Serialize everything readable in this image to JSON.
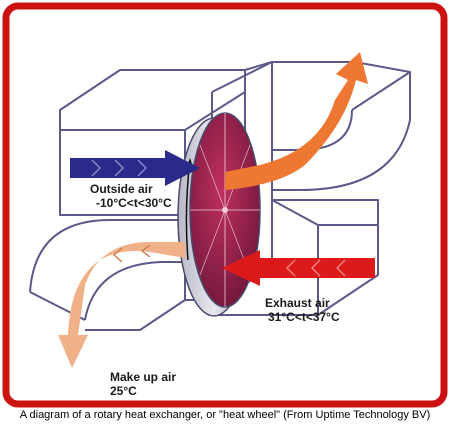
{
  "labels": {
    "outside_air": "Outside air",
    "outside_range": "-10°C<t<30°C",
    "exhaust_air": "Exhaust air",
    "exhaust_range": "31°C<t<37°C",
    "makeup_air": "Make up air",
    "makeup_temp": "25°C"
  },
  "caption": "A diagram of a rotary heat exchanger, or \"heat wheel\"  (From Uptime Technology BV)",
  "colors": {
    "frame_border": "#cc1111",
    "outside_arrow": "#2a2a8a",
    "supply_arrow": "#ee7733",
    "exhaust_arrow": "#dd1a1a",
    "makeup_arrow": "#f0b088",
    "wheel_face": "#a0204a",
    "duct_line": "#5a5a8a"
  }
}
